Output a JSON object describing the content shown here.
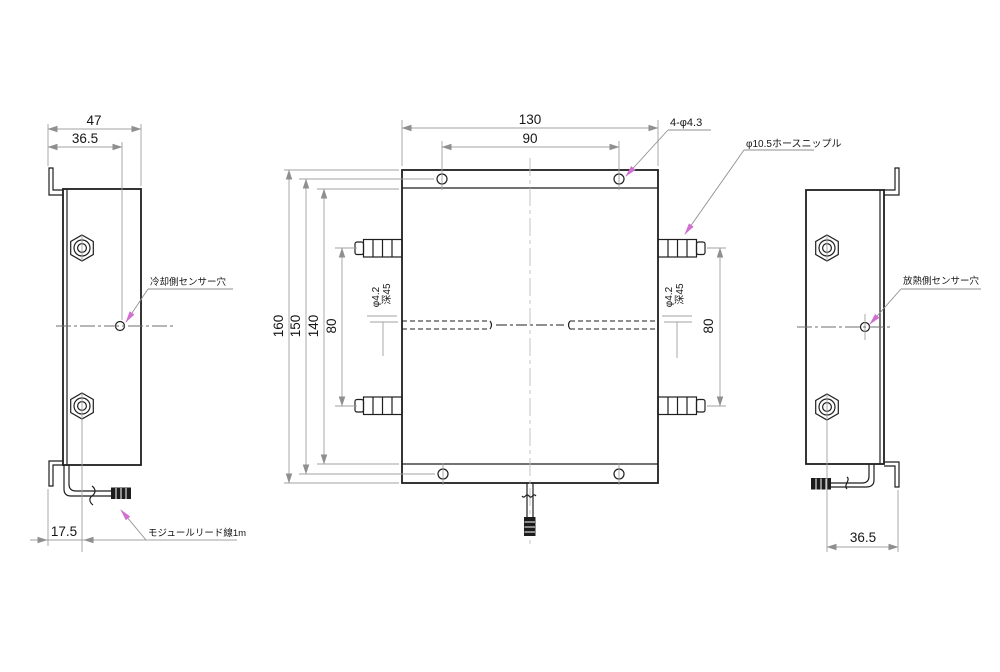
{
  "left_view": {
    "dim_overall_width": "47",
    "dim_sensor_offset": "36.5",
    "dim_wire_offset": "17.5",
    "sensor_label": "冷却側センサー穴",
    "wire_label": "モジュールリード線1m"
  },
  "front_view": {
    "dim_width": "130",
    "dim_hole_span": "90",
    "dim_overall_height": "160",
    "dim_hole_row_span": "150",
    "dim_plate_height": "140",
    "dim_nipple_span_left": "80",
    "dim_nipple_span_right": "80",
    "label_mount_holes": "4-φ4.3",
    "label_hose_nipple": "φ10.5ホースニップル",
    "label_hole_dia_left": "φ4.2",
    "label_hole_depth_left": "深45",
    "label_hole_dia_right": "φ4.2",
    "label_hole_depth_right": "深45"
  },
  "right_view": {
    "dim_sensor_offset": "36.5",
    "sensor_label": "放熱側センサー穴"
  },
  "colors": {
    "outline": "#1f1f1f",
    "dimension": "#a0a0a0",
    "leader_arrow": "#d06fd0",
    "background": "#ffffff"
  }
}
